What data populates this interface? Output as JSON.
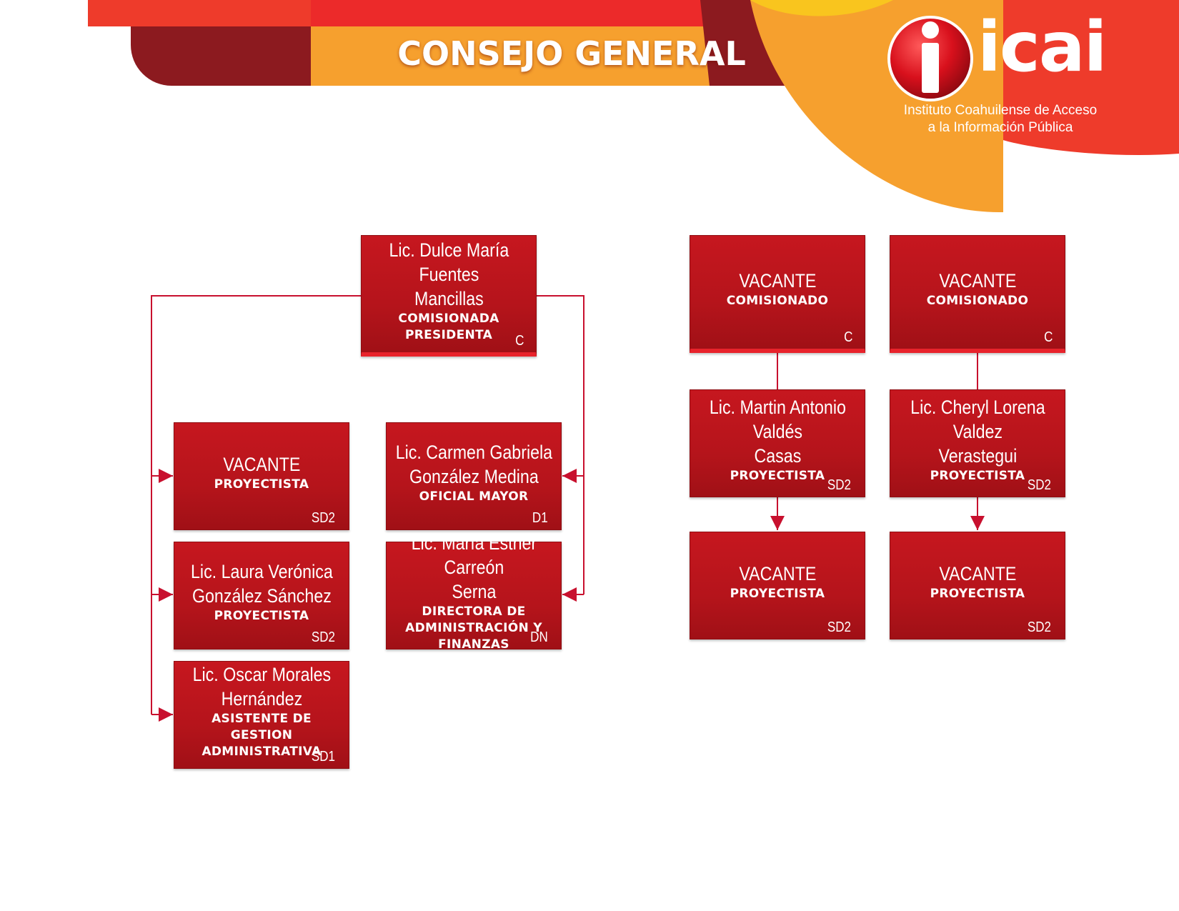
{
  "header": {
    "title": "CONSEJO GENERAL",
    "logo_word": "icai",
    "logo_subtitle_line1": "Instituto Coahuilense de Acceso",
    "logo_subtitle_line2": "a la Información Pública"
  },
  "colors": {
    "box_red": "#b5141b",
    "connector_red": "#c8102e",
    "banner_dark": "#8c1a1f",
    "banner_orange": "#f6a02e",
    "banner_red": "#ee3b2b",
    "banner_yellow": "#f9c51e"
  },
  "nodes": {
    "presidenta": {
      "name": "Lic. Dulce María Fuentes\nMancillas",
      "role": "COMISIONADA\nPRESIDENTA",
      "level": "C"
    },
    "comisionado_1": {
      "name": "VACANTE",
      "role": "COMISIONADO",
      "level": "C"
    },
    "comisionado_2": {
      "name": "VACANTE",
      "role": "COMISIONADO",
      "level": "C"
    },
    "proyectista_vacante_left": {
      "name": "VACANTE",
      "role": "PROYECTISTA",
      "level": "SD2"
    },
    "proyectista_laura": {
      "name": "Lic. Laura Verónica\nGonzález Sánchez",
      "role": "PROYECTISTA",
      "level": "SD2"
    },
    "asistente_oscar": {
      "name": "Lic. Oscar Morales\nHernández",
      "role": "ASISTENTE DE GESTION\nADMINISTRATIVA",
      "level": "SD1"
    },
    "oficial_mayor": {
      "name": "Lic. Carmen Gabriela\nGonzález Medina",
      "role": "OFICIAL MAYOR",
      "level": "D1"
    },
    "directora_admin": {
      "name": "Lic. María Esther Carreón\nSerna",
      "role": "DIRECTORA DE\nADMINISTRACIÓN Y\nFINANZAS",
      "level": "DN"
    },
    "proyectista_martin": {
      "name": "Lic. Martin Antonio Valdés\nCasas",
      "role": "PROYECTISTA",
      "level": "SD2"
    },
    "proyectista_cheryl": {
      "name": "Lic. Cheryl Lorena Valdez\nVerastegui",
      "role": "PROYECTISTA",
      "level": "SD2"
    },
    "proyectista_vacante_mid": {
      "name": "VACANTE",
      "role": "PROYECTISTA",
      "level": "SD2"
    },
    "proyectista_vacante_right": {
      "name": "VACANTE",
      "role": "PROYECTISTA",
      "level": "SD2"
    }
  }
}
